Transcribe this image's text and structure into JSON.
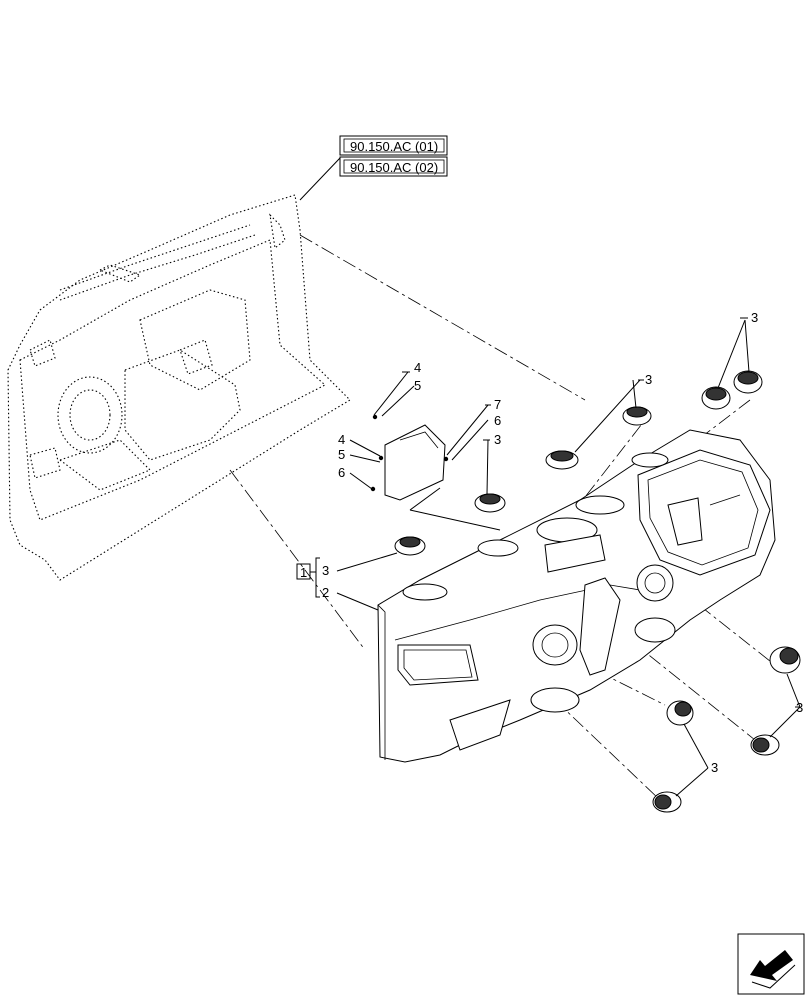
{
  "references": {
    "ref1": "90.150.AC (01)",
    "ref2": "90.150.AC (02)"
  },
  "callouts": {
    "c3_top_right": "3",
    "c3_mid": "3",
    "c3_left": "3",
    "c4_top": "4",
    "c5_top": "5",
    "c7": "7",
    "c6_right": "6",
    "c4_left": "4",
    "c5_left": "5",
    "c6_left": "6",
    "c1_box": "1",
    "c3_group": "3",
    "c2_group": "2",
    "c3_right_lower": "3",
    "c3_bottom": "3"
  },
  "icons": {
    "corner": "navigation-arrow-icon"
  }
}
